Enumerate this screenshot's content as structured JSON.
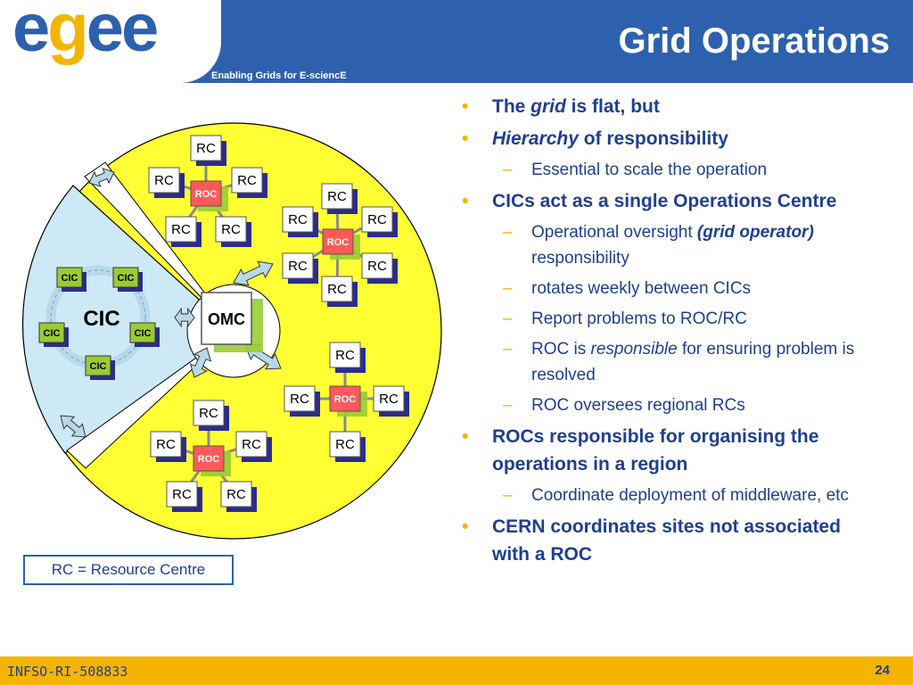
{
  "header": {
    "logo": "egee",
    "tagline": "Enabling Grids for E-sciencE",
    "title": "Grid Operations"
  },
  "diagram": {
    "omc_label": "OMC",
    "cic_region_label": "CIC",
    "cic_label": "CIC",
    "roc_label": "ROC",
    "rc_label": "RC"
  },
  "legend": "RC = Resource Centre",
  "bullets": [
    {
      "level": 1,
      "parts": [
        {
          "t": "The ",
          "i": false
        },
        {
          "t": "grid",
          "i": true
        },
        {
          "t": " is flat, but",
          "i": false
        }
      ]
    },
    {
      "level": 1,
      "parts": [
        {
          "t": "Hierarchy",
          "i": true
        },
        {
          "t": " of responsibility",
          "i": false
        }
      ]
    },
    {
      "level": 2,
      "parts": [
        {
          "t": "Essential to scale the operation",
          "i": false
        }
      ]
    },
    {
      "level": 1,
      "parts": [
        {
          "t": "CICs act as a single Operations Centre",
          "i": false
        }
      ]
    },
    {
      "level": 2,
      "parts": [
        {
          "t": "Operational oversight ",
          "i": false
        },
        {
          "t": "(grid operator)",
          "i": true,
          "b": true
        },
        {
          "t": " responsibility",
          "i": false
        }
      ]
    },
    {
      "level": 2,
      "parts": [
        {
          "t": "rotates weekly between CICs",
          "i": false
        }
      ]
    },
    {
      "level": 2,
      "parts": [
        {
          "t": "Report problems to ROC/RC",
          "i": false
        }
      ]
    },
    {
      "level": 2,
      "parts": [
        {
          "t": "ROC is ",
          "i": false
        },
        {
          "t": "responsible",
          "i": true
        },
        {
          "t": " for ensuring problem is resolved",
          "i": false
        }
      ]
    },
    {
      "level": 2,
      "parts": [
        {
          "t": "ROC oversees regional RCs",
          "i": false
        }
      ]
    },
    {
      "level": 1,
      "parts": [
        {
          "t": "ROCs responsible for organising the operations in a region",
          "i": false
        }
      ]
    },
    {
      "level": 2,
      "parts": [
        {
          "t": "Coordinate deployment of middleware, etc",
          "i": false
        }
      ]
    },
    {
      "level": 1,
      "parts": [
        {
          "t": "CERN coordinates sites not associated with a ROC",
          "i": false
        }
      ]
    }
  ],
  "footer": {
    "left": "INFSO-RI-508833",
    "page_number": "24"
  },
  "colors": {
    "header_blue": "#2d61ad",
    "egee_yellow": "#f5b400",
    "text_navy": "#1f3f8f",
    "circle_yellow": "#ffff33",
    "cic_sector": "#cce9f5",
    "roc_red": "#ff5a5a",
    "cic_green": "#99cc33",
    "rc_shadow": "#2c2c8c"
  }
}
